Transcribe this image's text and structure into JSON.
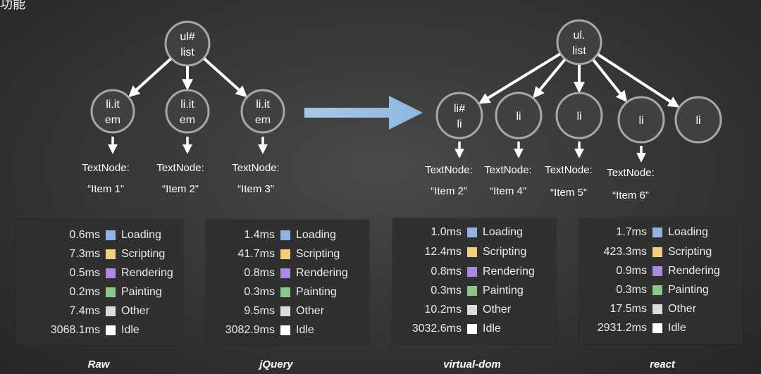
{
  "corner_text": "功能",
  "left_tree": {
    "root": [
      "ul#",
      "list"
    ],
    "children": [
      {
        "label": [
          "li.it",
          "em"
        ],
        "textnode": "TextNode:",
        "item": "“Item 1”"
      },
      {
        "label": [
          "li.it",
          "em"
        ],
        "textnode": "TextNode:",
        "item": "“Item 2”"
      },
      {
        "label": [
          "li.it",
          "em"
        ],
        "textnode": "TextNode:",
        "item": "“Item 3”"
      }
    ]
  },
  "right_tree": {
    "root": [
      "ul.",
      "list"
    ],
    "children": [
      {
        "label": [
          "li#",
          "li"
        ],
        "textnode": "TextNode:",
        "item": "“Item 2”"
      },
      {
        "label": [
          "li"
        ],
        "textnode": "TextNode:",
        "item": "“Item 4”"
      },
      {
        "label": [
          "li"
        ],
        "textnode": "TextNode:",
        "item": "“Item 5”"
      },
      {
        "label": [
          "li"
        ],
        "textnode": "TextNode:",
        "item": "“Item 6”"
      },
      {
        "label": [
          "li"
        ]
      }
    ]
  },
  "categories": [
    {
      "name": "Loading",
      "color": "#8fb4e3"
    },
    {
      "name": "Scripting",
      "color": "#f2cf7a"
    },
    {
      "name": "Rendering",
      "color": "#a88be0"
    },
    {
      "name": "Painting",
      "color": "#8bc78b"
    },
    {
      "name": "Other",
      "color": "#dcdcdc"
    },
    {
      "name": "Idle",
      "color": "#ffffff"
    }
  ],
  "panels": [
    {
      "caption": "Raw",
      "times": [
        "0.6ms",
        "7.3ms",
        "0.5ms",
        "0.2ms",
        "7.4ms",
        "3068.1ms"
      ]
    },
    {
      "caption": "jQuery",
      "times": [
        "1.4ms",
        "41.7ms",
        "0.8ms",
        "0.3ms",
        "9.5ms",
        "3082.9ms"
      ]
    },
    {
      "caption": "virtual-dom",
      "times": [
        "1.0ms",
        "12.4ms",
        "0.8ms",
        "0.3ms",
        "10.2ms",
        "3032.6ms"
      ]
    },
    {
      "caption": "react",
      "times": [
        "1.7ms",
        "423.3ms",
        "0.9ms",
        "0.3ms",
        "17.5ms",
        "2931.2ms"
      ]
    }
  ]
}
